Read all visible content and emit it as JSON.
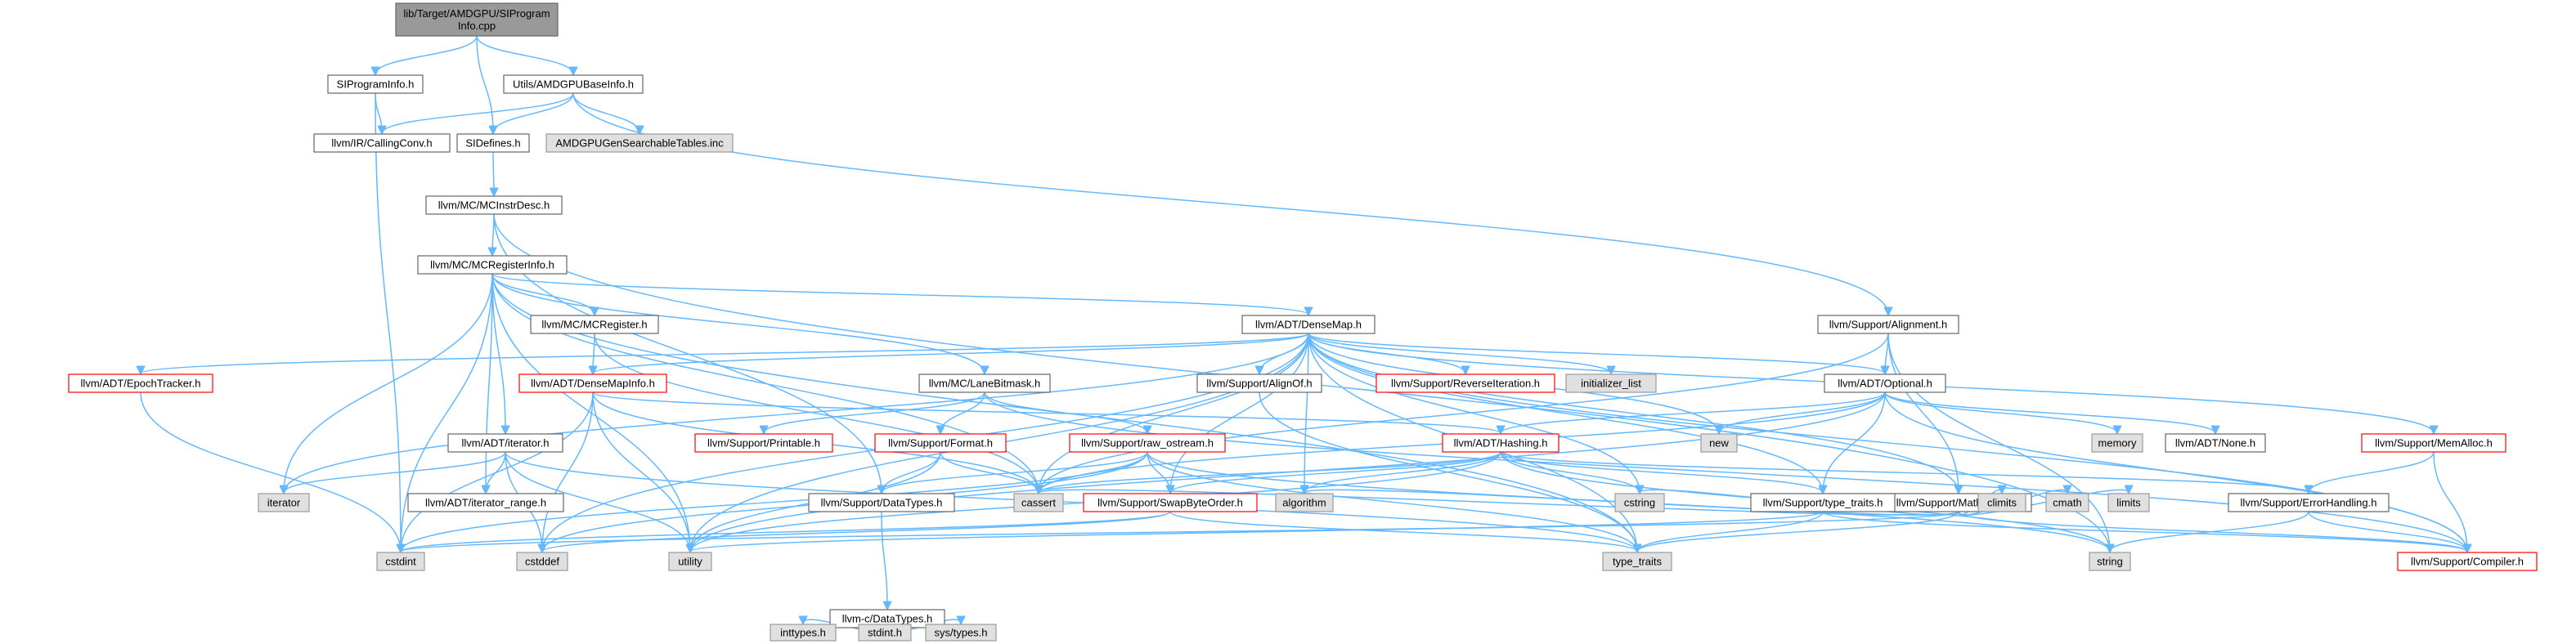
{
  "graph": {
    "title": "lib/Target/AMDGPU/SIProgramInfo.cpp",
    "colors": {
      "root_fill": "#999999",
      "file_fill": "#ffffff",
      "file_stroke": "#666666",
      "truncated_stroke": "#ff0000",
      "system_fill": "#e0e0e0",
      "system_stroke": "#999999",
      "edge": "#63b8ff",
      "text": "#000000"
    },
    "nodes": [
      {
        "id": "root",
        "lines": [
          "lib/Target/AMDGPU/SIProgram",
          "Info.cpp"
        ],
        "kind": "root"
      },
      {
        "id": "siprograminfo_h",
        "lines": [
          "SIProgramInfo.h"
        ],
        "kind": "file"
      },
      {
        "id": "amdgpubaseinfo_h",
        "lines": [
          "Utils/AMDGPUBaseInfo.h"
        ],
        "kind": "file"
      },
      {
        "id": "callingconv_h",
        "lines": [
          "llvm/IR/CallingConv.h"
        ],
        "kind": "file"
      },
      {
        "id": "sidefines_h",
        "lines": [
          "SIDefines.h"
        ],
        "kind": "file"
      },
      {
        "id": "searchabletables_inc",
        "lines": [
          "AMDGPUGenSearchableTables.inc"
        ],
        "kind": "system"
      },
      {
        "id": "mcinstrdesc_h",
        "lines": [
          "llvm/MC/MCInstrDesc.h"
        ],
        "kind": "file"
      },
      {
        "id": "mcregisterinfo_h",
        "lines": [
          "llvm/MC/MCRegisterInfo.h"
        ],
        "kind": "file"
      },
      {
        "id": "densemap_h",
        "lines": [
          "llvm/ADT/DenseMap.h"
        ],
        "kind": "file"
      },
      {
        "id": "alignment_h",
        "lines": [
          "llvm/Support/Alignment.h"
        ],
        "kind": "file"
      },
      {
        "id": "mcregister_h",
        "lines": [
          "llvm/MC/MCRegister.h"
        ],
        "kind": "file"
      },
      {
        "id": "epochtracker_h",
        "lines": [
          "llvm/ADT/EpochTracker.h"
        ],
        "kind": "truncated"
      },
      {
        "id": "densemapinfo_h",
        "lines": [
          "llvm/ADT/DenseMapInfo.h"
        ],
        "kind": "truncated"
      },
      {
        "id": "lanebitmask_h",
        "lines": [
          "llvm/MC/LaneBitmask.h"
        ],
        "kind": "file"
      },
      {
        "id": "alignof_h",
        "lines": [
          "llvm/Support/AlignOf.h"
        ],
        "kind": "file"
      },
      {
        "id": "reverseiteration_h",
        "lines": [
          "llvm/Support/ReverseIteration.h"
        ],
        "kind": "truncated"
      },
      {
        "id": "initializer_list",
        "lines": [
          "initializer_list"
        ],
        "kind": "system"
      },
      {
        "id": "optional_h",
        "lines": [
          "llvm/ADT/Optional.h"
        ],
        "kind": "file"
      },
      {
        "id": "iterator_h",
        "lines": [
          "llvm/ADT/iterator.h"
        ],
        "kind": "file"
      },
      {
        "id": "printable_h",
        "lines": [
          "llvm/Support/Printable.h"
        ],
        "kind": "truncated"
      },
      {
        "id": "format_h",
        "lines": [
          "llvm/Support/Format.h"
        ],
        "kind": "truncated"
      },
      {
        "id": "raw_ostream_h",
        "lines": [
          "llvm/Support/raw_ostream.h"
        ],
        "kind": "truncated"
      },
      {
        "id": "hashing_h",
        "lines": [
          "llvm/ADT/Hashing.h"
        ],
        "kind": "truncated"
      },
      {
        "id": "new",
        "lines": [
          "new"
        ],
        "kind": "system"
      },
      {
        "id": "memory",
        "lines": [
          "memory"
        ],
        "kind": "system"
      },
      {
        "id": "none_h",
        "lines": [
          "llvm/ADT/None.h"
        ],
        "kind": "file"
      },
      {
        "id": "memalloc_h",
        "lines": [
          "llvm/Support/MemAlloc.h"
        ],
        "kind": "truncated"
      },
      {
        "id": "mathextras_h",
        "lines": [
          "llvm/Support/MathExtras.h"
        ],
        "kind": "file"
      },
      {
        "id": "iterator",
        "lines": [
          "iterator"
        ],
        "kind": "system"
      },
      {
        "id": "iterator_range_h",
        "lines": [
          "llvm/ADT/iterator_range.h"
        ],
        "kind": "file"
      },
      {
        "id": "cassert",
        "lines": [
          "cassert"
        ],
        "kind": "system"
      },
      {
        "id": "swapbyteorder_h",
        "lines": [
          "llvm/Support/SwapByteOrder.h"
        ],
        "kind": "truncated"
      },
      {
        "id": "algorithm",
        "lines": [
          "algorithm"
        ],
        "kind": "system"
      },
      {
        "id": "cstring",
        "lines": [
          "cstring"
        ],
        "kind": "system"
      },
      {
        "id": "climits",
        "lines": [
          "climits"
        ],
        "kind": "system"
      },
      {
        "id": "cmath",
        "lines": [
          "cmath"
        ],
        "kind": "system"
      },
      {
        "id": "limits",
        "lines": [
          "limits"
        ],
        "kind": "system"
      },
      {
        "id": "datatypes_h",
        "lines": [
          "llvm/Support/DataTypes.h"
        ],
        "kind": "file"
      },
      {
        "id": "type_traits_h",
        "lines": [
          "llvm/Support/type_traits.h"
        ],
        "kind": "file"
      },
      {
        "id": "errorhandling_h",
        "lines": [
          "llvm/Support/ErrorHandling.h"
        ],
        "kind": "file"
      },
      {
        "id": "cstdint",
        "lines": [
          "cstdint"
        ],
        "kind": "system"
      },
      {
        "id": "cstddef",
        "lines": [
          "cstddef"
        ],
        "kind": "system"
      },
      {
        "id": "utility",
        "lines": [
          "utility"
        ],
        "kind": "system"
      },
      {
        "id": "type_traits",
        "lines": [
          "type_traits"
        ],
        "kind": "system"
      },
      {
        "id": "string",
        "lines": [
          "string"
        ],
        "kind": "system"
      },
      {
        "id": "compiler_h",
        "lines": [
          "llvm/Support/Compiler.h"
        ],
        "kind": "truncated"
      },
      {
        "id": "c_datatypes_h",
        "lines": [
          "llvm-c/DataTypes.h"
        ],
        "kind": "file"
      },
      {
        "id": "inttypes_h",
        "lines": [
          "inttypes.h"
        ],
        "kind": "system"
      },
      {
        "id": "stdint_h",
        "lines": [
          "stdint.h"
        ],
        "kind": "system"
      },
      {
        "id": "sys_types_h",
        "lines": [
          "sys/types.h"
        ],
        "kind": "system"
      }
    ],
    "edges": [
      [
        "root",
        "siprograminfo_h"
      ],
      [
        "root",
        "amdgpubaseinfo_h"
      ],
      [
        "root",
        "sidefines_h"
      ],
      [
        "siprograminfo_h",
        "callingconv_h"
      ],
      [
        "siprograminfo_h",
        "cstdint"
      ],
      [
        "amdgpubaseinfo_h",
        "callingconv_h"
      ],
      [
        "amdgpubaseinfo_h",
        "sidefines_h"
      ],
      [
        "amdgpubaseinfo_h",
        "searchabletables_inc"
      ],
      [
        "amdgpubaseinfo_h",
        "alignment_h"
      ],
      [
        "sidefines_h",
        "mcinstrdesc_h"
      ],
      [
        "mcinstrdesc_h",
        "mcregisterinfo_h"
      ],
      [
        "mcinstrdesc_h",
        "datatypes_h"
      ],
      [
        "mcinstrdesc_h",
        "string"
      ],
      [
        "mcregisterinfo_h",
        "densemap_h"
      ],
      [
        "mcregisterinfo_h",
        "mcregister_h"
      ],
      [
        "mcregisterinfo_h",
        "lanebitmask_h"
      ],
      [
        "mcregisterinfo_h",
        "iterator_h"
      ],
      [
        "mcregisterinfo_h",
        "iterator_range_h"
      ],
      [
        "mcregisterinfo_h",
        "cassert"
      ],
      [
        "mcregisterinfo_h",
        "cstdint"
      ],
      [
        "mcregisterinfo_h",
        "iterator"
      ],
      [
        "mcregisterinfo_h",
        "utility"
      ],
      [
        "mcregisterinfo_h",
        "type_traits"
      ],
      [
        "densemap_h",
        "epochtracker_h"
      ],
      [
        "densemap_h",
        "densemapinfo_h"
      ],
      [
        "densemap_h",
        "alignof_h"
      ],
      [
        "densemap_h",
        "reverseiteration_h"
      ],
      [
        "densemap_h",
        "initializer_list"
      ],
      [
        "densemap_h",
        "optional_h"
      ],
      [
        "densemap_h",
        "mathextras_h"
      ],
      [
        "densemap_h",
        "memalloc_h"
      ],
      [
        "densemap_h",
        "compiler_h"
      ],
      [
        "densemap_h",
        "type_traits_h"
      ],
      [
        "densemap_h",
        "algorithm"
      ],
      [
        "densemap_h",
        "cassert"
      ],
      [
        "densemap_h",
        "cstddef"
      ],
      [
        "densemap_h",
        "cstring"
      ],
      [
        "densemap_h",
        "iterator"
      ],
      [
        "densemap_h",
        "new"
      ],
      [
        "densemap_h",
        "type_traits"
      ],
      [
        "densemap_h",
        "utility"
      ],
      [
        "densemap_h",
        "swapbyteorder_h"
      ],
      [
        "alignment_h",
        "optional_h"
      ],
      [
        "alignment_h",
        "mathextras_h"
      ],
      [
        "alignment_h",
        "cassert"
      ],
      [
        "alignment_h",
        "string"
      ],
      [
        "mcregister_h",
        "densemapinfo_h"
      ],
      [
        "mcregister_h",
        "cassert"
      ],
      [
        "epochtracker_h",
        "cstdint"
      ],
      [
        "densemapinfo_h",
        "hashing_h"
      ],
      [
        "densemapinfo_h",
        "cassert"
      ],
      [
        "densemapinfo_h",
        "cstddef"
      ],
      [
        "densemapinfo_h",
        "cstdint"
      ],
      [
        "densemapinfo_h",
        "utility"
      ],
      [
        "lanebitmask_h",
        "compiler_h"
      ],
      [
        "lanebitmask_h",
        "printable_h"
      ],
      [
        "lanebitmask_h",
        "format_h"
      ],
      [
        "lanebitmask_h",
        "raw_ostream_h"
      ],
      [
        "alignof_h",
        "type_traits"
      ],
      [
        "optional_h",
        "none_h"
      ],
      [
        "optional_h",
        "memory"
      ],
      [
        "optional_h",
        "new"
      ],
      [
        "optional_h",
        "hashing_h"
      ],
      [
        "optional_h",
        "compiler_h"
      ],
      [
        "optional_h",
        "type_traits_h"
      ],
      [
        "optional_h",
        "cassert"
      ],
      [
        "optional_h",
        "utility"
      ],
      [
        "iterator_h",
        "iterator_range_h"
      ],
      [
        "iterator_h",
        "iterator"
      ],
      [
        "iterator_h",
        "cstddef"
      ],
      [
        "iterator_h",
        "type_traits"
      ],
      [
        "iterator_h",
        "utility"
      ],
      [
        "format_h",
        "datatypes_h"
      ],
      [
        "format_h",
        "cassert"
      ],
      [
        "format_h",
        "utility"
      ],
      [
        "raw_ostream_h",
        "datatypes_h"
      ],
      [
        "raw_ostream_h",
        "cassert"
      ],
      [
        "raw_ostream_h",
        "cstddef"
      ],
      [
        "raw_ostream_h",
        "cstdint"
      ],
      [
        "raw_ostream_h",
        "string"
      ],
      [
        "raw_ostream_h",
        "type_traits"
      ],
      [
        "raw_ostream_h",
        "swapbyteorder_h"
      ],
      [
        "hashing_h",
        "errorhandling_h"
      ],
      [
        "hashing_h",
        "swapbyteorder_h"
      ],
      [
        "hashing_h",
        "type_traits_h"
      ],
      [
        "hashing_h",
        "algorithm"
      ],
      [
        "hashing_h",
        "cassert"
      ],
      [
        "hashing_h",
        "cstring"
      ],
      [
        "hashing_h",
        "string"
      ],
      [
        "hashing_h",
        "utility"
      ],
      [
        "memalloc_h",
        "compiler_h"
      ],
      [
        "memalloc_h",
        "errorhandling_h"
      ],
      [
        "mathextras_h",
        "compiler_h"
      ],
      [
        "mathextras_h",
        "algorithm"
      ],
      [
        "mathextras_h",
        "cassert"
      ],
      [
        "mathextras_h",
        "climits"
      ],
      [
        "mathextras_h",
        "cmath"
      ],
      [
        "mathextras_h",
        "cstdint"
      ],
      [
        "mathextras_h",
        "cstring"
      ],
      [
        "mathextras_h",
        "limits"
      ],
      [
        "mathextras_h",
        "type_traits"
      ],
      [
        "swapbyteorder_h",
        "cstddef"
      ],
      [
        "swapbyteorder_h",
        "cstdint"
      ],
      [
        "swapbyteorder_h",
        "type_traits"
      ],
      [
        "datatypes_h",
        "c_datatypes_h"
      ],
      [
        "type_traits_h",
        "compiler_h"
      ],
      [
        "type_traits_h",
        "type_traits"
      ],
      [
        "type_traits_h",
        "utility"
      ],
      [
        "errorhandling_h",
        "compiler_h"
      ],
      [
        "errorhandling_h",
        "string"
      ],
      [
        "c_datatypes_h",
        "inttypes_h"
      ],
      [
        "c_datatypes_h",
        "stdint_h"
      ],
      [
        "c_datatypes_h",
        "sys_types_h"
      ]
    ]
  }
}
